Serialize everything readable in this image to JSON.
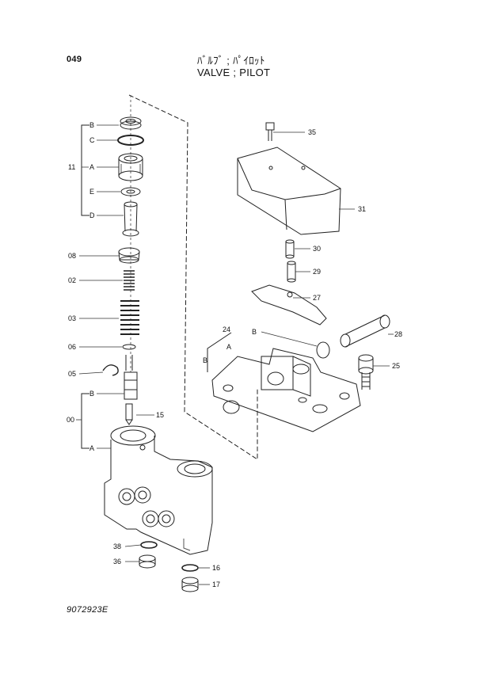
{
  "header": {
    "page_number": "049",
    "title_jp": "ﾊﾞﾙﾌﾞ ; ﾊﾟｲﾛｯﾄ",
    "title_en": "VALVE ; PILOT"
  },
  "footer": {
    "drawing_code": "9072923E"
  },
  "callouts": {
    "B_top": "B",
    "C": "C",
    "n11": "11",
    "A_top": "A",
    "E": "E",
    "D": "D",
    "n08": "08",
    "n02": "02",
    "n03": "03",
    "n06": "06",
    "n05": "05",
    "B_mid": "B",
    "n15": "15",
    "n00": "00",
    "A_bot": "A",
    "n38": "38",
    "n36": "36",
    "n16": "16",
    "n17": "17",
    "n35": "35",
    "n31": "31",
    "n30": "30",
    "n29": "29",
    "n27": "27",
    "n24": "24",
    "B_r1": "B",
    "A_r": "A",
    "B_r2": "B",
    "n28": "28",
    "n25": "25"
  }
}
